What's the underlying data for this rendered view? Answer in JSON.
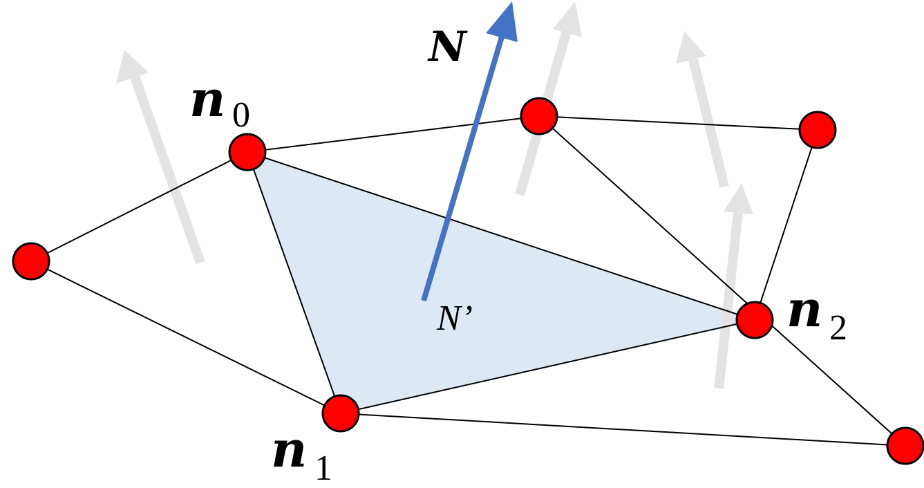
{
  "colors": {
    "face_fill": "#dde8f5",
    "node_fill": "#ff0000",
    "normal_arrow": "#4472c4",
    "neighbor_arrows": "#e3e3e3",
    "edges": "#000000"
  },
  "labels": {
    "normal_N": "N",
    "normal_N_prime": "N’",
    "n0": {
      "base": "n",
      "sub": "0"
    },
    "n1": {
      "base": "n",
      "sub": "1"
    },
    "n2": {
      "base": "n",
      "sub": "2"
    }
  }
}
